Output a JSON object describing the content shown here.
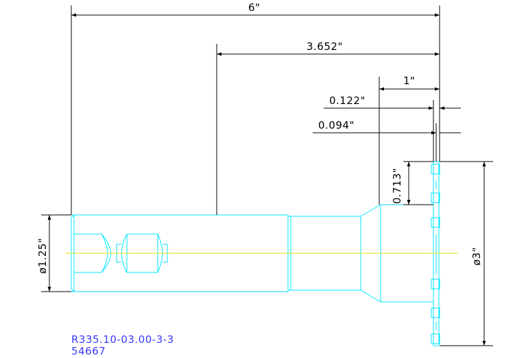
{
  "drawing": {
    "dimensions": {
      "overall_length": "6\"",
      "body_length": "3.652\"",
      "head_length": "1\"",
      "blade_width": "0.122\"",
      "blade_thickness": "0.094\"",
      "cut_depth": "0.713\"",
      "shank_diameter": "ø1.25\"",
      "cutter_diameter": "ø3\""
    },
    "part_number": "R335.10-03.00-3-3",
    "item_code": "54667"
  },
  "colors": {
    "geometry": "#00e5ff",
    "centerline": "#e6e600",
    "dimension": "#000000",
    "text": "#3a3aff"
  }
}
